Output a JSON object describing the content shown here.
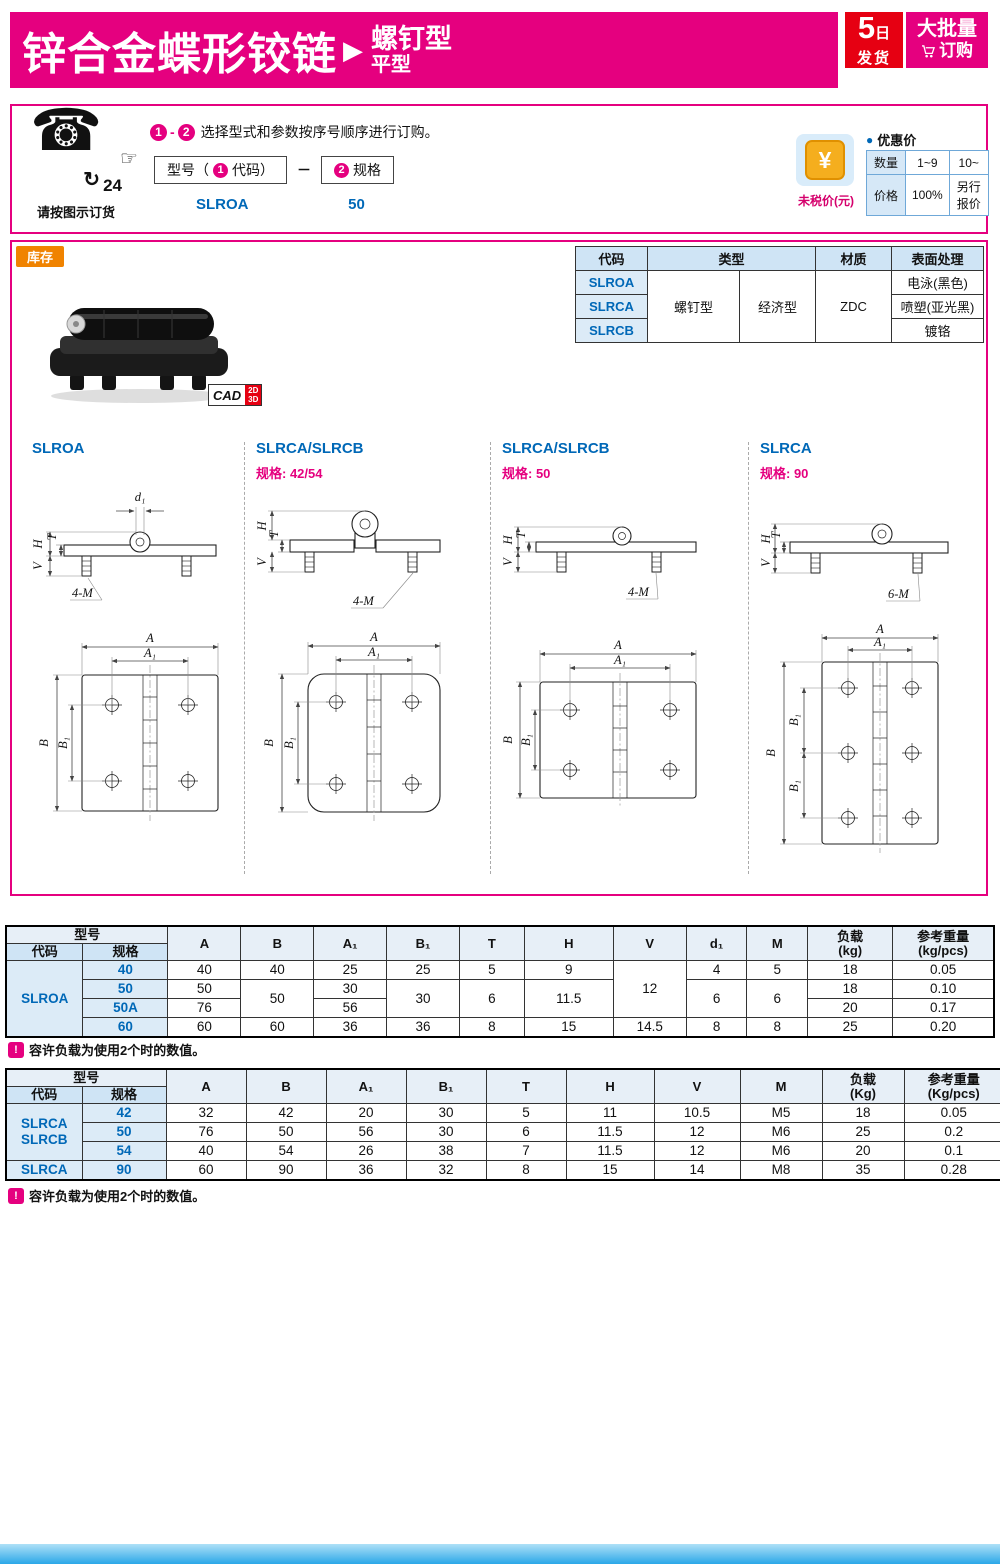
{
  "colors": {
    "accent": "#E5007F",
    "blue": "#0068B7",
    "red": "#E60012",
    "orange": "#F08300",
    "table_header": "#CFE4F5"
  },
  "icons": {
    "phone": "☎",
    "cycle": "↻",
    "hand": "☞",
    "dot": "●",
    "note": "!"
  },
  "header": {
    "title": "锌合金蝶形铰链",
    "arrow": "▶",
    "type_label": "螺钉型",
    "shape_label": "平型",
    "ship_num": "5",
    "ship_ri": "日",
    "ship_word": "发货",
    "bulk_line1": "大批量",
    "bulk_line2": "订购"
  },
  "order": {
    "caption": "请按图示订货",
    "badge_24": "24",
    "step1": "1",
    "step2": "2",
    "step_dash": "-",
    "instruction": "选择型式和参数按序号顺序进行订购。",
    "model_prefix": "型号（",
    "model_num": "1",
    "model_suffix": "代码）",
    "sep": "－",
    "spec_num": "2",
    "spec_text": "规格",
    "example_code": "SLROA",
    "example_spec": "50"
  },
  "price": {
    "yen": "¥",
    "untaxed": "未税价(元)",
    "discount": "优惠价",
    "qty_label": "数量",
    "qty_a": "1~9",
    "qty_b": "10~",
    "price_label": "价格",
    "price_a": "100%",
    "price_b": "另行报价"
  },
  "product": {
    "stock": "库存",
    "cad": "CAD",
    "cad_2d": "2D",
    "cad_3d": "3D"
  },
  "type_table": {
    "headers": [
      "代码",
      "类型",
      "材质",
      "表面处理"
    ],
    "codes": [
      "SLROA",
      "SLRCA",
      "SLRCB"
    ],
    "type_screw": "螺钉型",
    "type_economy": "经济型",
    "material": "ZDC",
    "finishes": [
      "电泳(黑色)",
      "喷塑(亚光黑)",
      "镀铬"
    ]
  },
  "drawings": {
    "panels": [
      {
        "title": "SLROA",
        "spec": ""
      },
      {
        "title": "SLRCA/SLRCB",
        "spec": "规格: 42/54"
      },
      {
        "title": "SLRCA/SLRCB",
        "spec": "规格: 50"
      },
      {
        "title": "SLRCA",
        "spec": "规格: 90"
      }
    ],
    "labels": {
      "d1": "d₁",
      "H": "H",
      "T": "T",
      "V": "V",
      "A": "A",
      "A1": "A₁",
      "B": "B",
      "B1": "B₁",
      "m4": "4-M",
      "m6": "6-M"
    }
  },
  "table1": {
    "model_header": "型号",
    "code_header": "代码",
    "spec_header": "规格",
    "cols": [
      "A",
      "B",
      "A₁",
      "B₁",
      "T",
      "H",
      "V",
      "d₁",
      "M"
    ],
    "load_header": [
      "负载",
      "(kg)"
    ],
    "weight_header": [
      "参考重量",
      "(kg/pcs)"
    ],
    "code": "SLROA",
    "rows": [
      {
        "spec": "40",
        "A": "40",
        "B": "40",
        "A1": "25",
        "B1": "25",
        "T": "5",
        "H": "9",
        "V": "12",
        "d1": "4",
        "M": "5",
        "load": "18",
        "wt": "0.05"
      },
      {
        "spec": "50",
        "A": "50",
        "B": "50",
        "A1": "30",
        "B1": "30",
        "T": "6",
        "H": "11.5",
        "d1": "6",
        "M": "6",
        "load": "18",
        "wt": "0.10"
      },
      {
        "spec": "50A",
        "A": "76",
        "A1": "56",
        "load": "20",
        "wt": "0.17"
      },
      {
        "spec": "60",
        "A": "60",
        "B": "60",
        "A1": "36",
        "B1": "36",
        "T": "8",
        "H": "15",
        "V": "14.5",
        "d1": "8",
        "M": "8",
        "load": "25",
        "wt": "0.20"
      }
    ]
  },
  "load_note": "容许负载为使用2个时的数值。",
  "table2": {
    "model_header": "型号",
    "code_header": "代码",
    "spec_header": "规格",
    "cols": [
      "A",
      "B",
      "A₁",
      "B₁",
      "T",
      "H",
      "V",
      "M"
    ],
    "load_header": [
      "负载",
      "(Kg)"
    ],
    "weight_header": [
      "参考重量",
      "(Kg/pcs)"
    ],
    "code_group": [
      "SLRCA",
      "SLRCB"
    ],
    "code_last": "SLRCA",
    "rows": [
      {
        "spec": "42",
        "A": "32",
        "B": "42",
        "A1": "20",
        "B1": "30",
        "T": "5",
        "H": "11",
        "V": "10.5",
        "M": "M5",
        "load": "18",
        "wt": "0.05"
      },
      {
        "spec": "50",
        "A": "76",
        "B": "50",
        "A1": "56",
        "B1": "30",
        "T": "6",
        "H": "11.5",
        "V": "12",
        "M": "M6",
        "load": "25",
        "wt": "0.2"
      },
      {
        "spec": "54",
        "A": "40",
        "B": "54",
        "A1": "26",
        "B1": "38",
        "T": "7",
        "H": "11.5",
        "V": "12",
        "M": "M6",
        "load": "20",
        "wt": "0.1"
      },
      {
        "spec": "90",
        "A": "60",
        "B": "90",
        "A1": "36",
        "B1": "32",
        "T": "8",
        "H": "15",
        "V": "14",
        "M": "M8",
        "load": "35",
        "wt": "0.28"
      }
    ]
  }
}
